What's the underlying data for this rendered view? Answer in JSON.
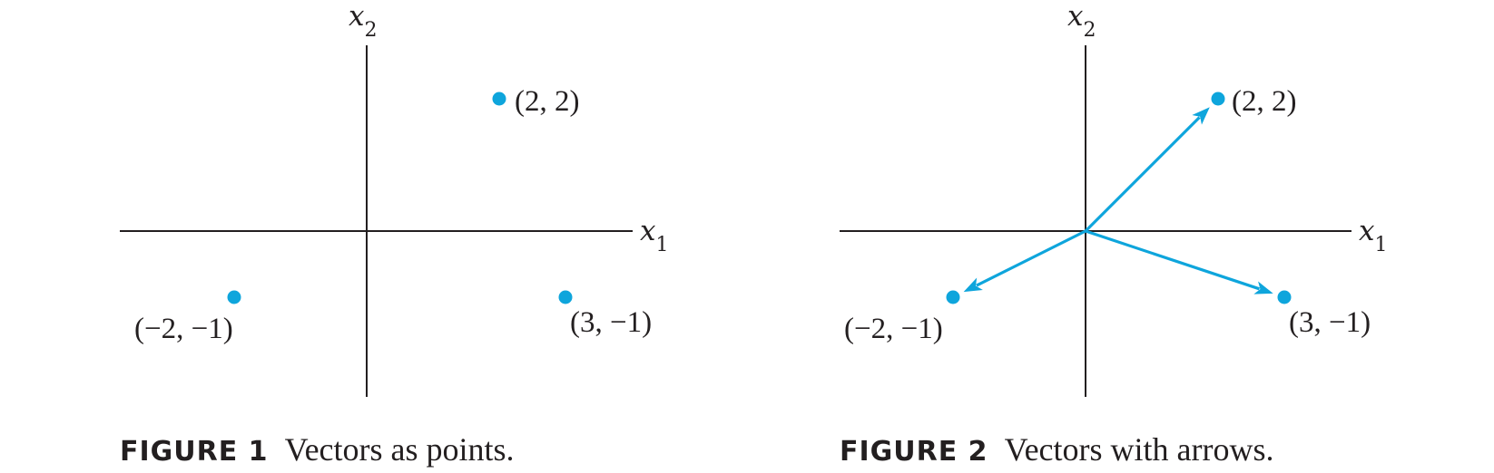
{
  "colors": {
    "accent": "#0ea5dc",
    "ink": "#231f20"
  },
  "figures": [
    {
      "id": "figure-1",
      "style": "points",
      "axes": {
        "x_label": "x",
        "x_sub": "1",
        "y_label": "x",
        "y_sub": "2"
      },
      "points": [
        {
          "x": 2,
          "y": 2,
          "label": "(2, 2)"
        },
        {
          "x": -2,
          "y": -1,
          "label": "(−2, −1)"
        },
        {
          "x": 3,
          "y": -1,
          "label": "(3, −1)"
        }
      ],
      "caption": {
        "number": "FIGURE 1",
        "text": "Vectors as points."
      }
    },
    {
      "id": "figure-2",
      "style": "arrows",
      "axes": {
        "x_label": "x",
        "x_sub": "1",
        "y_label": "x",
        "y_sub": "2"
      },
      "points": [
        {
          "x": 2,
          "y": 2,
          "label": "(2, 2)"
        },
        {
          "x": -2,
          "y": -1,
          "label": "(−2, −1)"
        },
        {
          "x": 3,
          "y": -1,
          "label": "(3, −1)"
        }
      ],
      "caption": {
        "number": "FIGURE 2",
        "text": "Vectors with arrows."
      }
    }
  ]
}
